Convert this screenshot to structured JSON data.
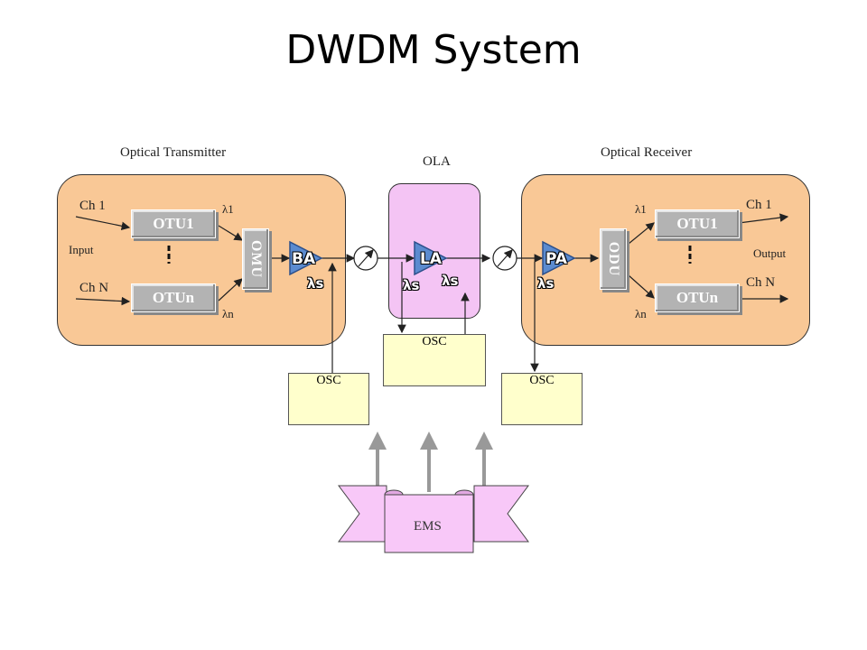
{
  "title": "DWDM System",
  "sections": {
    "transmitter": "Optical  Transmitter",
    "ola": "OLA",
    "receiver": "Optical  Receiver"
  },
  "transmitter": {
    "ch1": "Ch 1",
    "chn": "Ch N",
    "input": "Input",
    "otu1": "OTU1",
    "otun": "OTUn",
    "mux": "OMU",
    "lambda1": "λ1",
    "lambdan": "λn",
    "amp": "BA",
    "lambda_s": "λs"
  },
  "line_amp": {
    "amp": "LA",
    "lambda_s_left": "λs",
    "lambda_s_right": "λs"
  },
  "receiver": {
    "ch1": "Ch 1",
    "chn": "Ch N",
    "output": "Output",
    "otu1": "OTU1",
    "otun": "OTUn",
    "demux": "ODU",
    "lambda1": "λ1",
    "lambdan": "λn",
    "amp": "PA",
    "lambda_s": "λs"
  },
  "osc": {
    "left": "OSC",
    "middle": "OSC",
    "right": "OSC"
  },
  "ems": "EMS",
  "colors": {
    "panel": "#f9c896",
    "ola": "#f4c4f4",
    "amplifier": "#5b8bd0",
    "osc": "#ffffcc",
    "ems": "#f8c8f8"
  }
}
